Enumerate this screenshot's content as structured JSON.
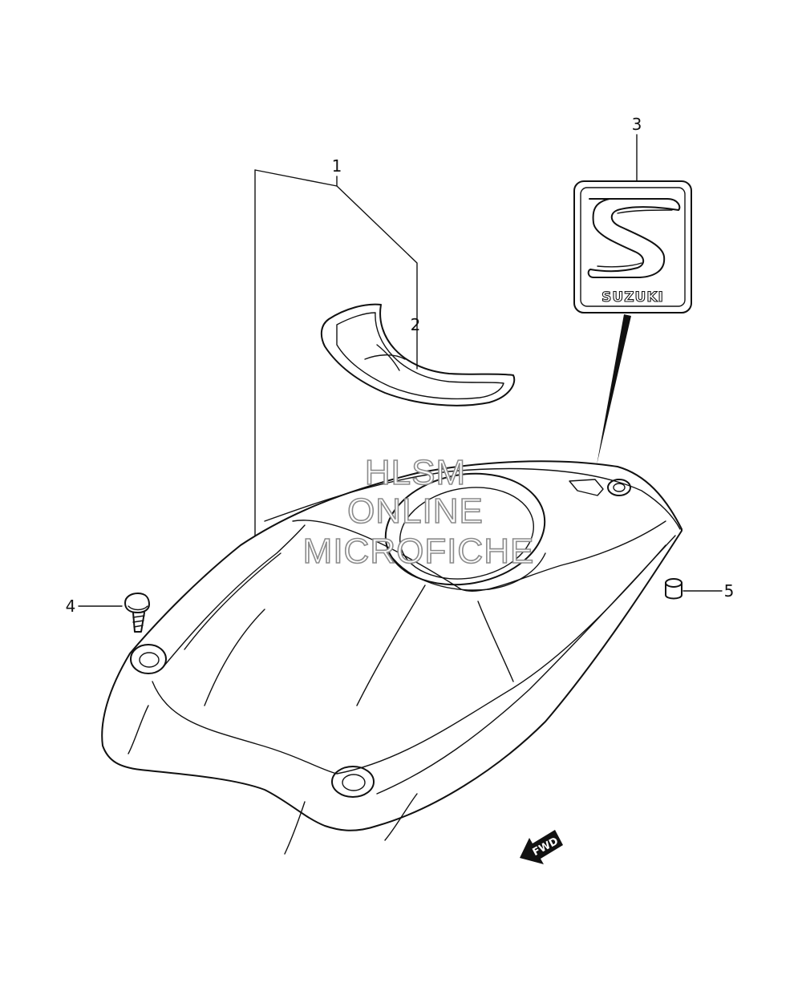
{
  "callouts": {
    "c1": "1",
    "c2": "2",
    "c3": "3",
    "c4": "4",
    "c5": "5"
  },
  "emblem": {
    "brand": "SUZUKI"
  },
  "direction": {
    "label": "FWD"
  },
  "watermark": {
    "line1": "HLSM",
    "line2": "ONLINE",
    "line3": "MICROFICHE"
  },
  "colors": {
    "line": "#111111",
    "watermark": "#8a8a8a",
    "background": "#ffffff"
  }
}
